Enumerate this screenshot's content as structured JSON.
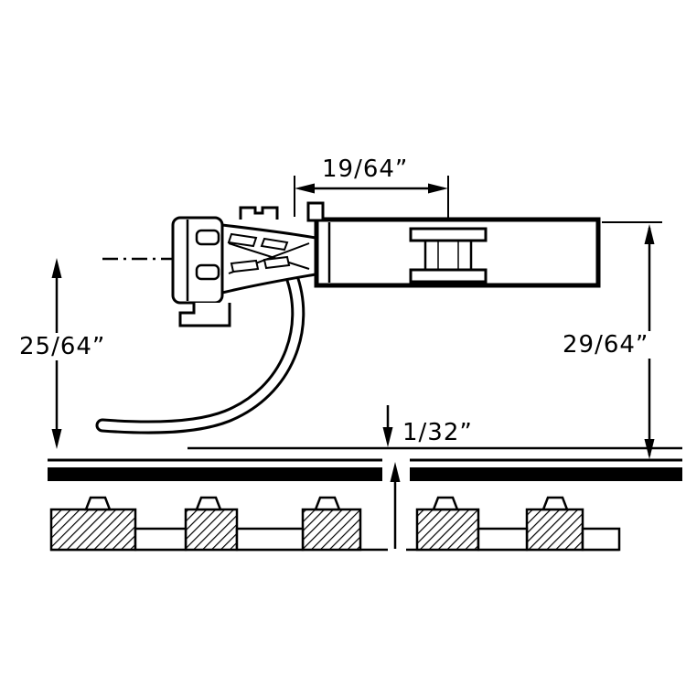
{
  "page": {
    "background_color": "#ffffff",
    "line_color": "#000000"
  },
  "diagram": {
    "labels": {
      "top_width": "19/64”",
      "left_height": "25/64”",
      "right_height": "29/64”",
      "trip_pin_clearance": "1/32”"
    }
  }
}
